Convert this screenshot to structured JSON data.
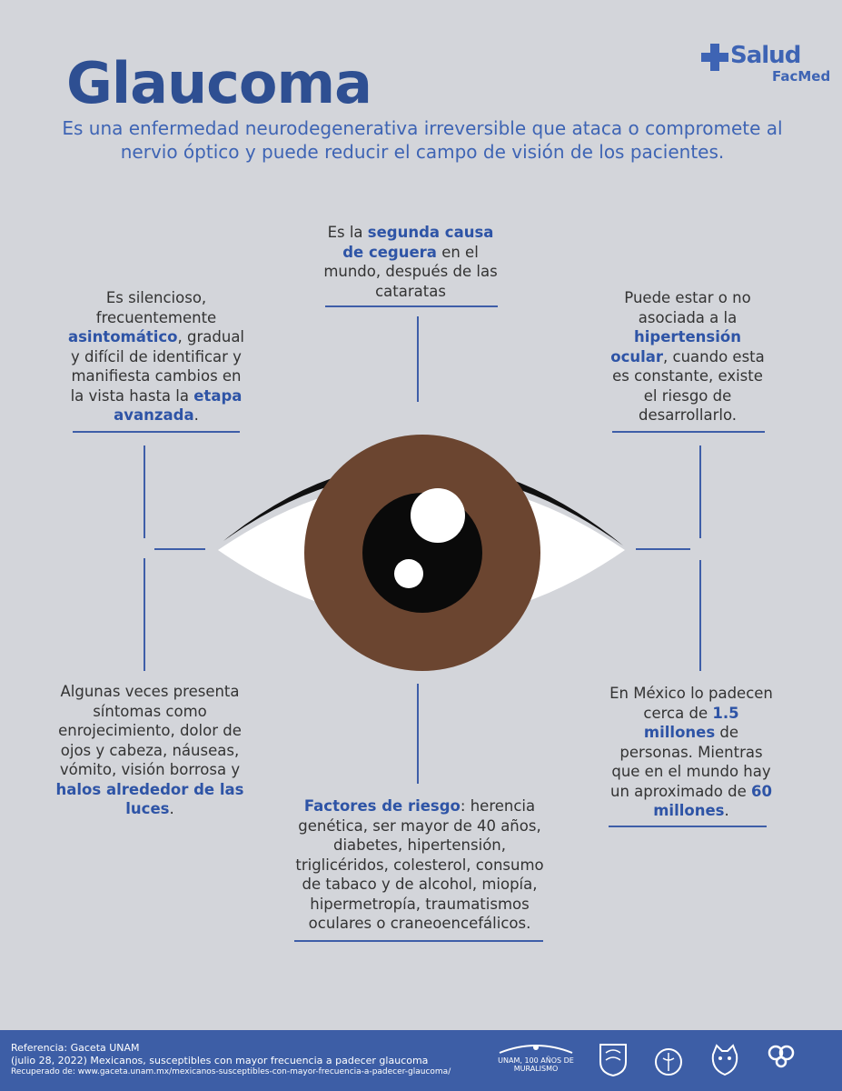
{
  "title": "Glaucoma",
  "brand": {
    "word1": "Salud",
    "word2": "FacMed"
  },
  "subtitle": "Es una enfermedad neurodegenerativa irreversible que ataca o compromete al nervio óptico y puede reducir el campo de visión de los pacientes.",
  "blocks": {
    "top": {
      "t1": "Es la ",
      "b1": "segunda causa de ceguera",
      "t2": " en el mundo, después de las cataratas"
    },
    "top_left": {
      "t1": "Es silencioso, frecuentemente ",
      "b1": "asintomático",
      "t2": ", gradual y difícil de identificar y manifiesta cambios en la vista hasta la ",
      "b2": "etapa avanzada",
      "t3": "."
    },
    "top_right": {
      "t1": "Puede estar o no asociada a la ",
      "b1": "hipertensión ocular",
      "t2": ", cuando esta es constante, existe el riesgo de desarrollarlo."
    },
    "bottom_left": {
      "t1": "Algunas veces presenta síntomas como enrojecimiento, dolor de ojos y cabeza, náuseas, vómito, visión borrosa y ",
      "b1": "halos alrededor de las luces",
      "t2": "."
    },
    "bottom_center": {
      "b1": "Factores de riesgo",
      "t1": ": herencia genética, ser mayor de 40 años, diabetes, hipertensión, triglicéridos, colesterol, consumo de tabaco y de alcohol, miopía, hipermetropía, traumatismos oculares o craneoencefálicos."
    },
    "bottom_right": {
      "t1": "En México lo padecen cerca de ",
      "b1": "1.5 millones",
      "t2": " de personas. Mientras que en el mundo hay un aproximado de ",
      "b2": "60 millones",
      "t3": "."
    }
  },
  "footer": {
    "line1": "Referencia: Gaceta UNAM",
    "line2": "(julio 28, 2022) Mexicanos, susceptibles con mayor frecuencia a padecer glaucoma",
    "line3": "Recuperado de: www.gaceta.unam.mx/mexicanos-susceptibles-con-mayor-frecuencia-a-padecer-glaucoma/",
    "logos": [
      "UNAM, 100 AÑOS DE MURALISMO",
      "UNAM",
      "Facultad de Medicina",
      "Puma",
      "COORDINACIÓN DE COMUNICACIÓN SOCIAL"
    ]
  },
  "colors": {
    "primary": "#2e4f92",
    "accent": "#3e64b4",
    "background": "#d3d5da",
    "iris": "#6b4530",
    "footer": "#3d5ea6"
  },
  "icons": [
    "salud-cross-icon",
    "eye-illustration"
  ]
}
